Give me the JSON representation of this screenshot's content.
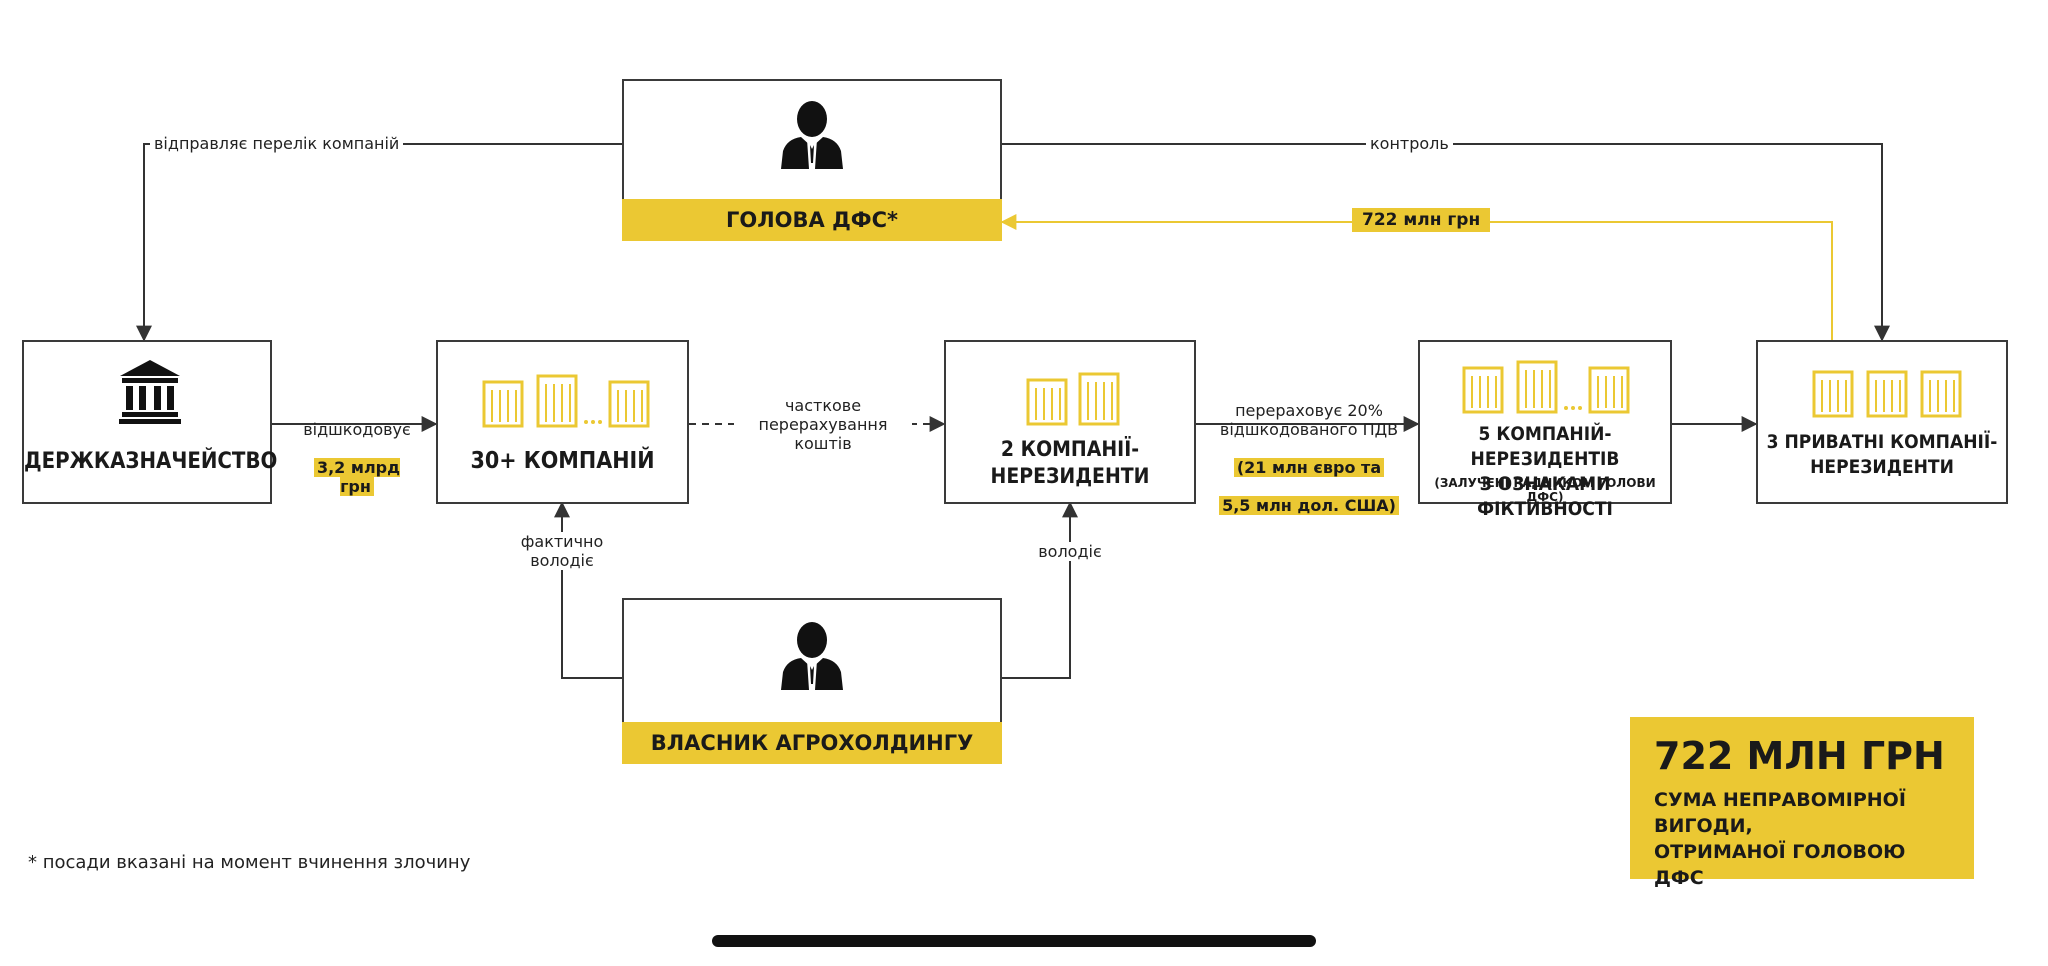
{
  "nodes": {
    "treasury": {
      "label": "ДЕРЖКАЗНАЧЕЙСТВО",
      "icon": "bank-building-icon"
    },
    "companies30": {
      "label": "30+ КОМПАНІЙ",
      "icon": "office-buildings-icon"
    },
    "nonres2": {
      "label": "2 КОМПАНІЇ-\nНЕРЕЗИДЕНТИ",
      "icon": "office-buildings-icon"
    },
    "nonres5": {
      "label": "5 КОМПАНІЙ-НЕРЕЗИДЕНТІВ\nЗ ОЗНАКАМИ ФІКТИВНОСТІ",
      "sub": "(ЗАЛУЧЕНІ РАДНИКОМ ГОЛОВИ ДФС)",
      "icon": "office-buildings-icon"
    },
    "private3": {
      "label": "3 ПРИВАТНІ КОМПАНІЇ-\nНЕРЕЗИДЕНТИ",
      "icon": "office-buildings-icon"
    },
    "dfs_head": {
      "label": "ГОЛОВА ДФС*",
      "icon": "person-icon"
    },
    "owner": {
      "label": "ВЛАСНИК АГРОХОЛДИНГУ",
      "icon": "person-icon"
    }
  },
  "edges": {
    "sends_list": "відправляє перелік компаній",
    "control": "контроль",
    "amount_back": "722 млн грн",
    "compensates": "відшкодовує",
    "compensates_amount": "3,2 млрд грн",
    "partial_transfer": "часткове\nперерахування\nкоштів",
    "transfers_vat": "перераховує 20%\nвідшкодованого ПДВ",
    "transfers_vat_amount_1": "(21 млн євро та",
    "transfers_vat_amount_2": "5,5 млн дол. США)",
    "actually_owns": "фактично\nволодіє",
    "owns": "володіє"
  },
  "summary": {
    "amount": "722 МЛН ГРН",
    "caption_1": "СУМА НЕПРАВОМІРНОЇ ВИГОДИ,",
    "caption_2": "ОТРИМАНОЇ ГОЛОВОЮ ДФС"
  },
  "footnote": "* посади вказані на момент вчинення злочину",
  "colors": {
    "accent": "#ebc833",
    "line": "#3a3a3a"
  }
}
